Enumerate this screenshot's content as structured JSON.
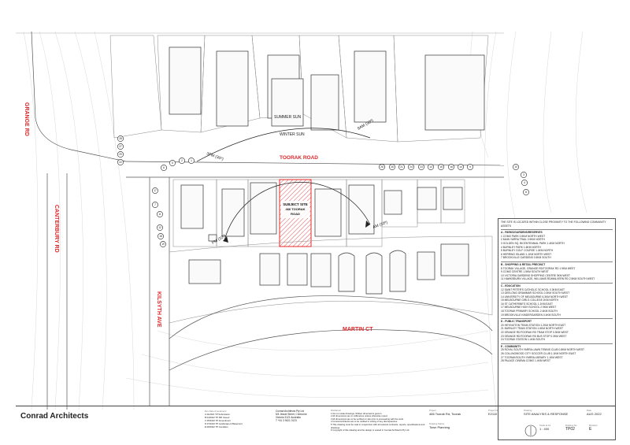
{
  "roads": {
    "grange": "GRANGE RD",
    "toorak": "TOORAK ROAD",
    "canterbury": "CANTERBURY RD",
    "kilsyth": "KILSYTH AVE",
    "martin": "MARTIN CT"
  },
  "sun": {
    "summer": "SUMMER SUN",
    "winter": "WINTER SUN",
    "am9": "9AM (30º)",
    "pm3": "3PM (30º)",
    "am10": "AM (10º)",
    "pm10": "PM (10º)"
  },
  "site": {
    "line1": "SUBJECT SITE",
    "line2": "466 TOORAK",
    "line3": "ROAD"
  },
  "markers": [
    "28",
    "27",
    "20",
    "22",
    "17",
    "6",
    "5",
    "2",
    "1",
    "7",
    "11",
    "12",
    "18",
    "19",
    "25",
    "26",
    "21",
    "24",
    "23",
    "13",
    "15",
    "16",
    "14",
    "9",
    "10",
    "3",
    "4",
    "8"
  ],
  "legend": {
    "intro": "THE SITE IS LOCATED WITHIN CLOSE PROXIMITY TO THE FOLLOWING COMMUNITY ASSETS",
    "sections": [
      {
        "title": "A - PARKS/GARDENS/RESERVES",
        "items": [
          "1  COMO PARK 0.5KM NORTH WEST",
          "2  MAIN YARRA TRAIL 0.9KM NORTH",
          "3  GOLDEN SQ. BICENTENNIAL PARK 1.4KM NORTH",
          "4  BURNLEY PARK 1.6KM NORTH",
          "5  BURNLEY GOLF COURSE 1.4KM NORTH",
          "6  HERRING ISLAND 1.1KM NORTH WEST",
          "7  BROOKVILLE GARDENS 0.5KM SOUTH"
        ]
      },
      {
        "title": "B - SHOPPING & RETAIL PRECINCT",
        "items": [
          "8  TOORAK VILLAGE, GRANGE RD/TOORAK RD 1.9KM WEST",
          "9  COMO CENTRE 1.5KM SOUTH WEST",
          "10  VICTORIA GARDENS SHOPPING CENTRE 3KM WEST",
          "11  HAWKSBURN VILLAGE, WILLIAMS RD/MALVERN RD 2.5KM SOUTH WEST"
        ]
      },
      {
        "title": "C - EDUCATION",
        "items": [
          "12  SAINT PETER'S CATHOLIC SCHOOL 0.3KM EAST",
          "13  GEELONG GRAMMAR SCHOOL 0.3KM SOUTH WEST",
          "14  UNIVERSITY OF MELBOURNE 6.3KM NORTH WEST",
          "15  MELBOURNE GIRLS COLLEGE 2KM NORTH",
          "16  ST CATHERINE'S SCHOOL 1.1KM EAST",
          "17  MELBOURNE HIGH SCHOOL 2.9KM WEST",
          "18  TOORAK PRIMARY SCHOOL 2.4KM SOUTH",
          "19  BROOKVILLE KINDERGARDEN 0.4KM SOUTH"
        ]
      },
      {
        "title": "D - PUBLIC TRANSPORT",
        "items": [
          "20  HEYINGTON TRAIN STATION 1.2KM NORTH EAST",
          "21  BURNLEY TRAIN STATION 1.6KM NORTH WEST",
          "22  GRANGE RD/TOORAK RD TRAM STOP 0.3KM WEST",
          "23  GRANGE RD/TOORAK RD BUS STOP 0.3KM WEST",
          "24  TOORAK STATION 1.4KM SOUTH"
        ]
      },
      {
        "title": "E - COMMUNITY",
        "items": [
          "25  ROYAL SOUTH YARRA LAWN TENNIS CLUB 0.8KM NORTH WEST",
          "26  COLLINGWOOD CITY SOCCER CLUB 1.1KM NORTH EAST",
          "27  TOORAK/SOUTH YARRA LIBRARY 1.1KM WEST",
          "28  PALACE CINEMA COMO 1.4KM WEST"
        ]
      }
    ]
  },
  "titleblock": {
    "firm": "Conrad Architects",
    "rev_header": "Rev   Date      Amendment",
    "revs": [
      "A    11/2021   TP Submission",
      "B    04/2022   TP RFI Issued",
      "C    05/2022   TP Amendment",
      "D    07/2022   TP Landscape & Basement",
      "E    08/2022   TP Condition"
    ],
    "address": "Conrad Architects Pty Ltd",
    "address2": "5/4 Jessie Street, Cremorne",
    "address3": "Victoria 3121 Australia",
    "address4": "T +61 3 9421 0123",
    "disclaimer_title": "Disclaimer",
    "disclaimer": [
      "1  Do not scale drawings. Written dimensions govern.",
      "2  All dimensions are in millimetres unless otherwise noted.",
      "3  All dimensions are to be verified on site prior to proceeding with the work.",
      "4  Conrad Architects are to be notified in writing of any discrepancies.",
      "5  This drawing must be read in conjunction with all relevant contracts, reports, specifications and drawings.",
      "6  Copyright of this drawing and the design is vested in Conrad Architects Pty Ltd."
    ],
    "project_lbl": "Project",
    "project": "466 Toorak Rd, Toorak",
    "projno_lbl": "Project No",
    "projno": "E2110",
    "drawing_lbl": "Drawing",
    "drawing": "SITE ANALYSIS & RESPONSE",
    "date_lbl": "Date",
    "date": "AUG 2022",
    "status_lbl": "Drawing Status",
    "status": "Town Planning",
    "scale_lbl": "Scale at A1",
    "scale": "1 : 400",
    "dwgno_lbl": "Drawing No",
    "dwgno": "TP02",
    "revision_lbl": "Revision",
    "revision": "E"
  }
}
